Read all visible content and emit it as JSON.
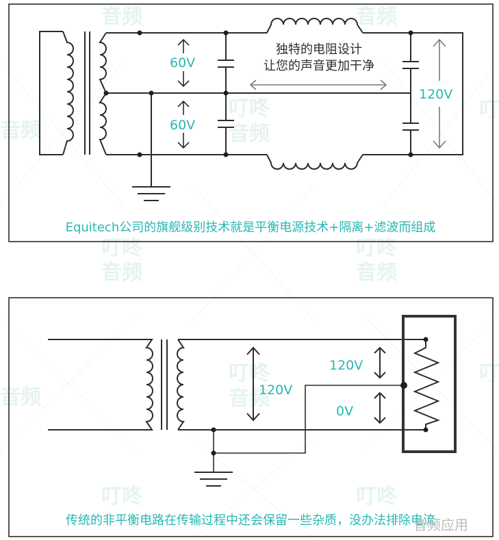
{
  "diagram1": {
    "label_60v_top": "60V",
    "label_60v_bottom": "60V",
    "label_120v": "120V",
    "resistor_text_line1": "独特的电阻设计",
    "resistor_text_line2": "让您的声音更加干净",
    "caption": "Equitech公司的旗舰级别技术就是平衡电源技术+隔离+滤波而组成"
  },
  "diagram2": {
    "label_120v_left": "120V",
    "label_120v_right": "120V",
    "label_0v": "0V",
    "caption": "传统的非平衡电路在传输过程中还会保留一些杂质，没办法排除电流"
  },
  "watermark": {
    "line1": "叮咚",
    "line2": "音频"
  },
  "corner_watermark": "音频应用",
  "colors": {
    "teal": "#28b7b2",
    "line": "#2b2b2b"
  }
}
